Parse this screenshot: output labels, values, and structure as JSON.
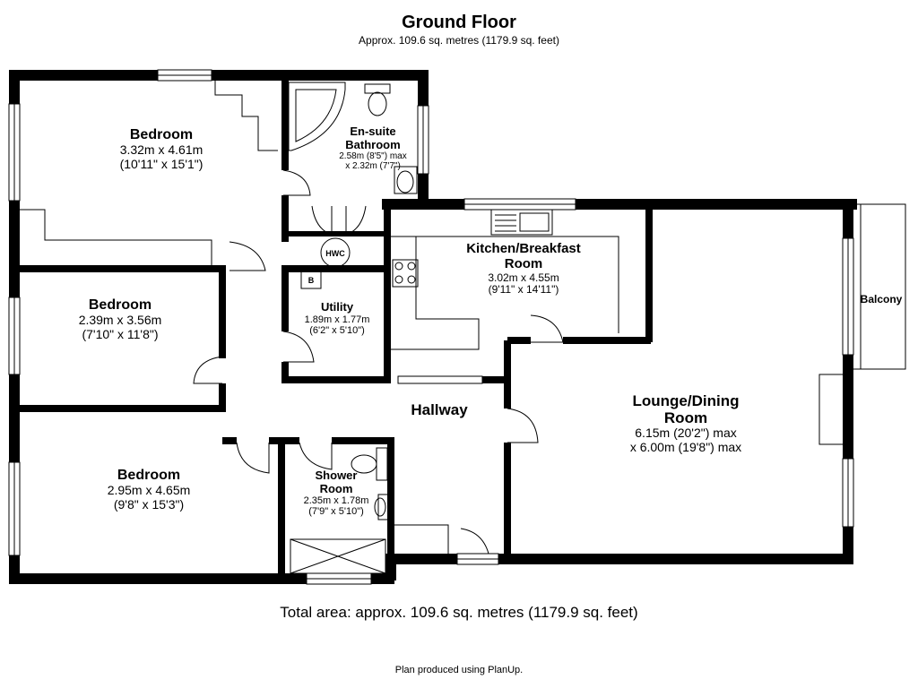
{
  "title": "Ground Floor",
  "subtitle": "Approx. 109.6 sq. metres (1179.9 sq. feet)",
  "rooms": {
    "bedroom1": {
      "name": "Bedroom",
      "dims": "3.32m x 4.61m",
      "dims_imperial": "(10'11\" x 15'1\")"
    },
    "ensuite": {
      "name1": "En-suite",
      "name2": "Bathroom",
      "dims1": "2.58m (8'5\") max",
      "dims2": "x 2.32m (7'7\")"
    },
    "bedroom2": {
      "name": "Bedroom",
      "dims": "2.39m x 3.56m",
      "dims_imperial": "(7'10\" x 11'8\")"
    },
    "utility": {
      "name": "Utility",
      "dims": "1.89m x 1.77m",
      "dims_imperial": "(6'2\" x 5'10\")"
    },
    "kitchen": {
      "name1": "Kitchen/Breakfast",
      "name2": "Room",
      "dims": "3.02m x 4.55m",
      "dims_imperial": "(9'11\" x 14'11\")"
    },
    "balcony": {
      "name": "Balcony"
    },
    "hallway": {
      "name": "Hallway"
    },
    "lounge": {
      "name1": "Lounge/Dining",
      "name2": "Room",
      "dims1": "6.15m (20'2\") max",
      "dims2": "x 6.00m (19'8\") max"
    },
    "bedroom3": {
      "name": "Bedroom",
      "dims": "2.95m x 4.65m",
      "dims_imperial": "(9'8\" x 15'3\")"
    },
    "shower": {
      "name1": "Shower",
      "name2": "Room",
      "dims": "2.35m x 1.78m",
      "dims_imperial": "(7'9\" x 5'10\")"
    }
  },
  "fixtures": {
    "hwc": "HWC",
    "boiler": "B"
  },
  "footer": {
    "total": "Total area: approx. 109.6 sq. metres (1179.9 sq. feet)",
    "credit": "Plan produced using PlanUp."
  }
}
